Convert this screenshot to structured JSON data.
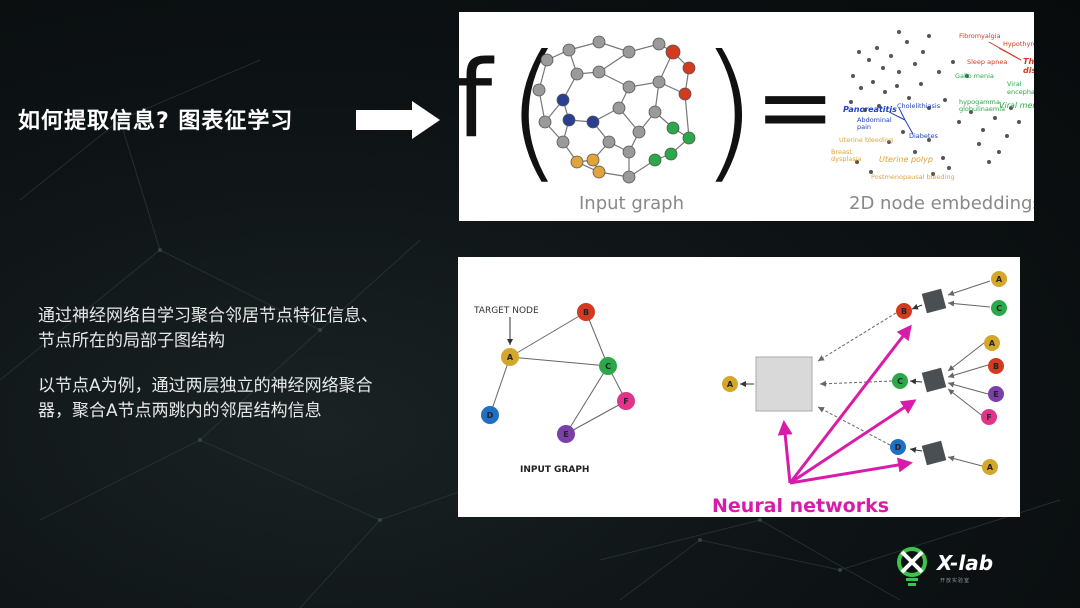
{
  "slide": {
    "title": "如何提取信息? 图表征学习",
    "paragraph1": "通过神经网络自学习聚合邻居节点特征信息、节点所在的局部子图结构",
    "paragraph2": "以节点A为例，通过两层独立的神经网络聚合器，聚合A节点两跳内的邻居结构信息"
  },
  "top_figure": {
    "function_symbol": "f",
    "left_paren": "(",
    "right_paren": ")",
    "equals": "=",
    "input_caption": "Input graph",
    "output_caption": "2D node embeddings",
    "embedding_labels": {
      "fibromyalgia": "Fibromyalgia",
      "hypothyroid": "Hypothyroid",
      "sleep_apnea": "Sleep apnea",
      "thyroid_disease_1": "Thyroid",
      "thyroid_disease_2": "disease",
      "gallo_menia": "Gallo menia",
      "viral_encephalitis_1": "Viral",
      "viral_encephalitis_2": "encephalitis",
      "hypogamma_1": "hypogamma",
      "hypogamma_2": "globulinaemia",
      "viral_meningitis": "Viral meningitis",
      "pancreatitis": "Pancreatitis",
      "cholelithiasis": "Cholelithiasis",
      "abdominal_pain_1": "Abdominal",
      "abdominal_pain_2": "pain",
      "diabetes": "Diabetes",
      "uterine_bleeding": "Uterine bleeding",
      "breast_dysplasia_1": "Breast",
      "breast_dysplasia_2": "dysplasia",
      "uterine_polyp": "Uterine polyp",
      "postmenopausal_bleeding": "Postmenopausal bleeding"
    }
  },
  "bottom_figure": {
    "target_node_label": "TARGET NODE",
    "input_graph_label": "INPUT GRAPH",
    "neural_networks_label": "Neural networks",
    "nodes": {
      "a": "A",
      "b": "B",
      "c": "C",
      "d": "D",
      "e": "E",
      "f": "F"
    }
  },
  "logo": {
    "name": "X-lab",
    "subtitle": "开放实验室"
  },
  "colors": {
    "node_a": "#d4a62a",
    "node_b": "#d23b1f",
    "node_c": "#2aa84a",
    "node_d": "#1f6fc4",
    "node_e": "#7a3fa8",
    "node_f": "#e0348a",
    "magenta": "#d81ba8",
    "aggregator": "#4a4f54",
    "logo_green": "#3fc24a"
  }
}
